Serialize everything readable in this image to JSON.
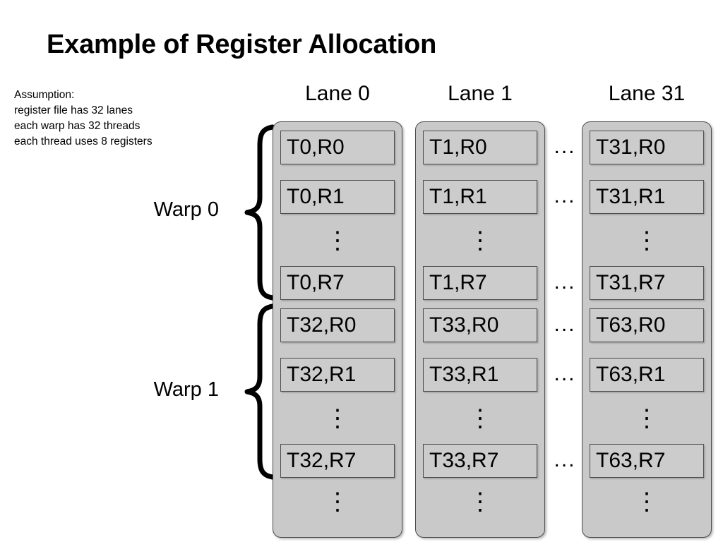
{
  "title": "Example of Register Allocation",
  "assumption": {
    "heading": "Assumption:",
    "lines": [
      "register file has 32 lanes",
      "each warp has 32 threads",
      "each thread uses 8 registers"
    ]
  },
  "lanes": [
    {
      "header": "Lane 0"
    },
    {
      "header": "Lane 1"
    },
    {
      "header": "Lane 31"
    }
  ],
  "warps": [
    {
      "label": "Warp 0"
    },
    {
      "label": "Warp 1"
    }
  ],
  "glyphs": {
    "vertical_ellipsis": "⋮",
    "horizontal_ellipsis": "...",
    "dot": "·"
  },
  "columns": {
    "lane0": {
      "cells": [
        "T0,R0",
        "T0,R1",
        "T0,R7",
        "T32,R0",
        "T32,R1",
        "T32,R7"
      ]
    },
    "lane1": {
      "cells": [
        "T1,R0",
        "T1,R1",
        "T1,R7",
        "T33,R0",
        "T33,R1",
        "T33,R7"
      ]
    },
    "lane31": {
      "cells": [
        "T31,R0",
        "T31,R1",
        "T31,R7",
        "T63,R0",
        "T63,R1",
        "T63,R7"
      ]
    }
  },
  "colors": {
    "background": "#ffffff",
    "column_fill": "#c9c9c9",
    "cell_fill": "#cccccc",
    "border": "#4c4c4c",
    "text": "#000000"
  }
}
